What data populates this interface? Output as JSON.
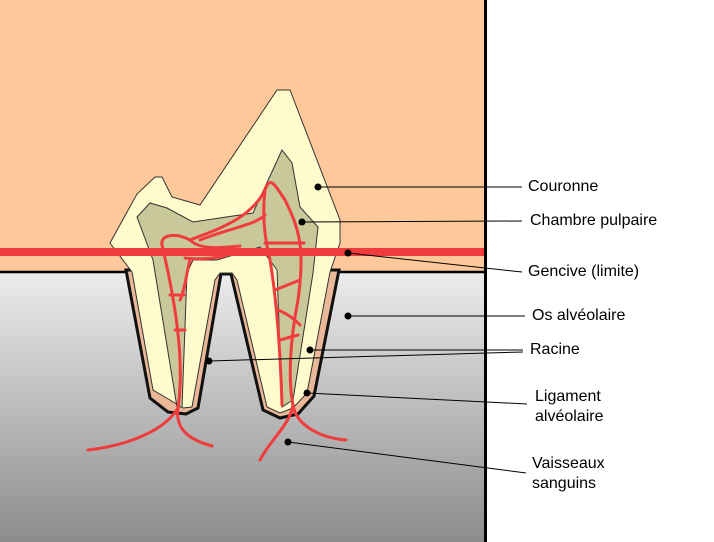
{
  "labels": {
    "couronne": "Couronne",
    "chambre": "Chambre pulpaire",
    "gencive": "Gencive (limite)",
    "os": "Os alvéolaire",
    "racine": "Racine",
    "ligament_1": "Ligament",
    "ligament_2": "alvéolaire",
    "vaisseaux_1": "Vaisseaux",
    "vaisseaux_2": "sanguins"
  },
  "colors": {
    "gum": "#fec89a",
    "bone_top": "#ececec",
    "bone_bottom": "#8c8c8c",
    "enamel": "#fffbcc",
    "pulp": "#c8c89a",
    "vessels": "#f03c3c",
    "ligament": "#e8b898"
  }
}
